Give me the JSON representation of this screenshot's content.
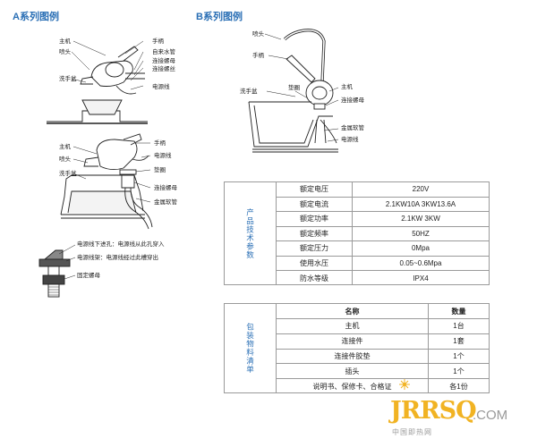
{
  "section_a": {
    "title": "A系列图例",
    "fig1": {
      "main_unit": "主机",
      "spout": "喷头",
      "handle": "手柄",
      "water_pipe": "自来水管",
      "connect_nut": "连接螺母",
      "connect_thread": "连接螺丝",
      "basin": "洗手盆",
      "power_cord": "电源线"
    },
    "fig2": {
      "main_unit": "主机",
      "spout": "喷头",
      "basin": "洗手盆",
      "handle": "手柄",
      "power_cord": "电源线",
      "gasket": "垫圈",
      "connect_nut": "连接螺母",
      "metal_hose": "金属软管"
    },
    "fig3": {
      "note1": "电源线下进孔：电源线从此孔穿入",
      "note2": "电源线架：电源线经过此槽穿出",
      "fix_nut": "固定螺母"
    }
  },
  "section_b": {
    "title": "B系列图例",
    "spout": "喷头",
    "handle": "手柄",
    "basin": "洗手盆",
    "gasket": "垫圈",
    "main_unit": "主机",
    "connect_nut": "连接螺母",
    "metal_hose": "金属软管",
    "power_cord": "电源线"
  },
  "specs": {
    "side_label": "产品技术参数",
    "rows": [
      {
        "name": "额定电压",
        "value": "220V"
      },
      {
        "name": "额定电流",
        "value": "2.1KW10A  3KW13.6A"
      },
      {
        "name": "额定功率",
        "value": "2.1KW  3KW"
      },
      {
        "name": "额定频率",
        "value": "50HZ"
      },
      {
        "name": "额定压力",
        "value": "0Mpa"
      },
      {
        "name": "使用水压",
        "value": "0.05~0.6Mpa"
      },
      {
        "name": "防水等级",
        "value": "IPX4"
      }
    ]
  },
  "packing": {
    "side_label": "包装物料清单",
    "header": {
      "name": "名称",
      "qty": "数量"
    },
    "rows": [
      {
        "name": "主机",
        "qty": "1台"
      },
      {
        "name": "连接件",
        "qty": "1套"
      },
      {
        "name": "连接件胶垫",
        "qty": "1个"
      },
      {
        "name": "插头",
        "qty": "1个"
      },
      {
        "name": "说明书、保修卡、合格证",
        "qty": "各1份"
      }
    ]
  },
  "watermark": {
    "brand": "JRRSQ",
    "suffix": ".COM",
    "cn": "中国即热网"
  },
  "colors": {
    "accent_blue": "#2a6fb5",
    "logo_gold": "#f1b323",
    "border_gray": "#9a9a9a"
  }
}
